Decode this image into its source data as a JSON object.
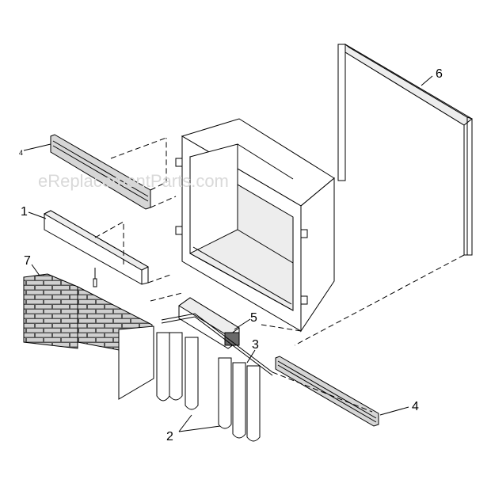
{
  "watermark": "eReplacementParts.com",
  "callouts": {
    "label_1": "1",
    "label_2": "2",
    "label_3": "3",
    "label_4_top": "4",
    "label_4_bottom": "4",
    "label_5": "5",
    "label_6": "6",
    "label_7": "7"
  }
}
